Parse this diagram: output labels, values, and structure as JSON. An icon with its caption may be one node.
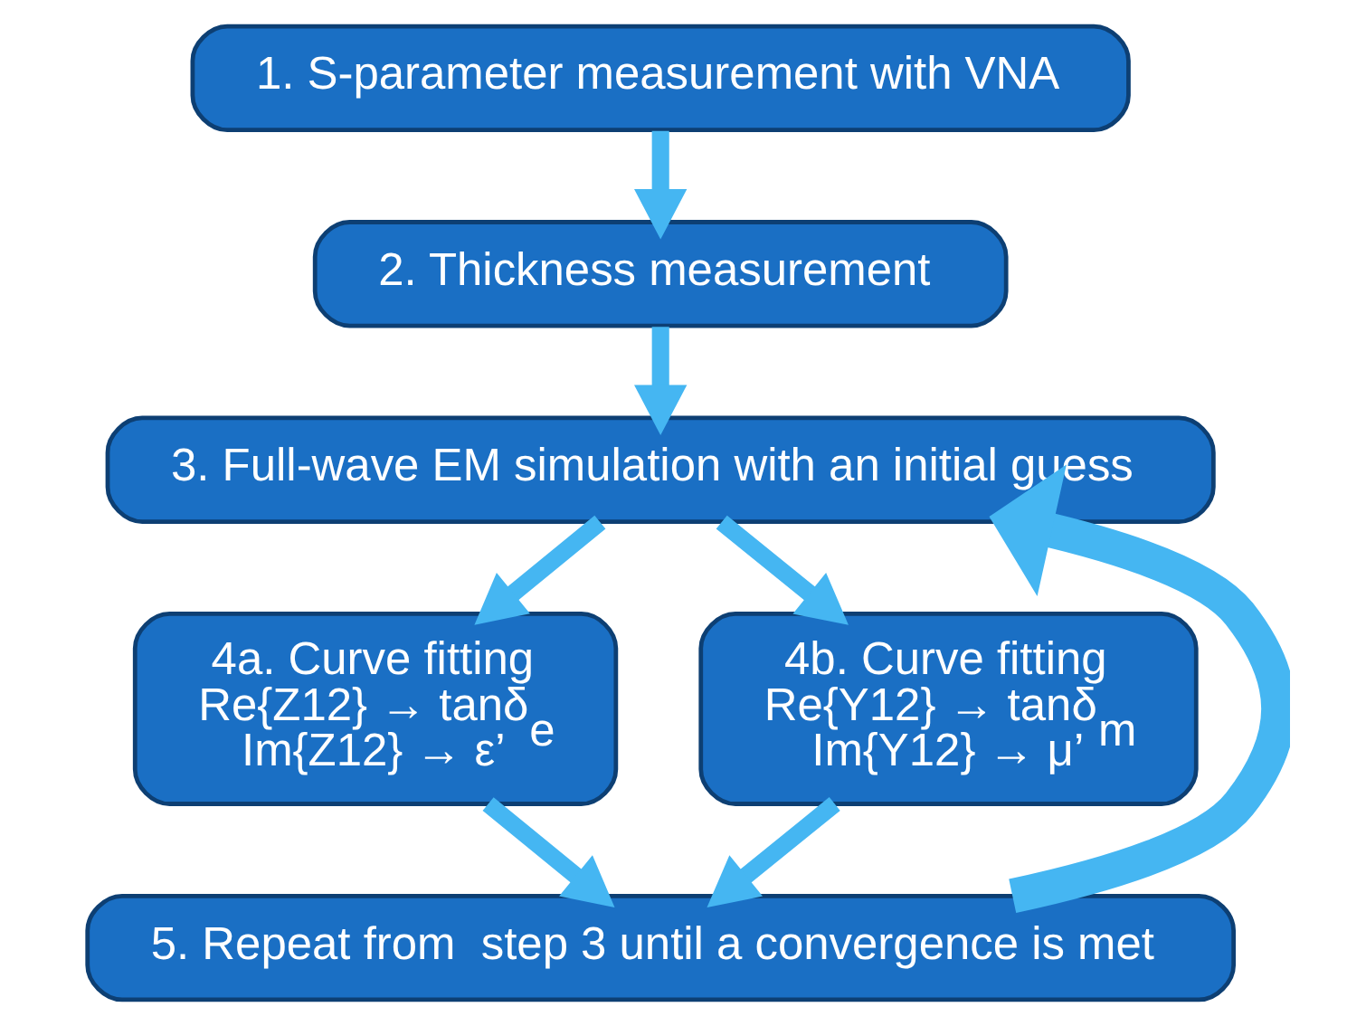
{
  "diagram": {
    "nodes": [
      {
        "text": [
          "1. S-parameter measurement with VNA"
        ]
      },
      {
        "text": [
          "2. Thickness measurement"
        ]
      },
      {
        "text": [
          "3. Full-wave EM simulation with an initial guess"
        ]
      },
      {
        "text": [
          "4a. Curve fitting",
          "Re{Z12} → tanδ$_{e}$",
          "Im{Z12} → ε’"
        ]
      },
      {
        "text": [
          "4b. Curve fitting",
          "Re{Y12} → tanδ$_{m}$",
          "Im{Y12} → μ’"
        ]
      },
      {
        "text": [
          "5. Repeat from  step 3 until a convergence is met"
        ]
      }
    ],
    "edges": [
      {
        "from": 0,
        "to": 1,
        "arrow": "to"
      },
      {
        "from": 1,
        "to": 2,
        "arrow": "to"
      },
      {
        "from": 2,
        "to": 3,
        "arrow": "to"
      },
      {
        "from": 2,
        "to": 4,
        "arrow": "to"
      },
      {
        "from": 3,
        "to": 5,
        "arrow": "to"
      },
      {
        "from": 4,
        "to": 5,
        "arrow": "to"
      },
      {
        "from": 5,
        "to": 2,
        "arrow": "to",
        "style": "thick"
      }
    ]
  }
}
